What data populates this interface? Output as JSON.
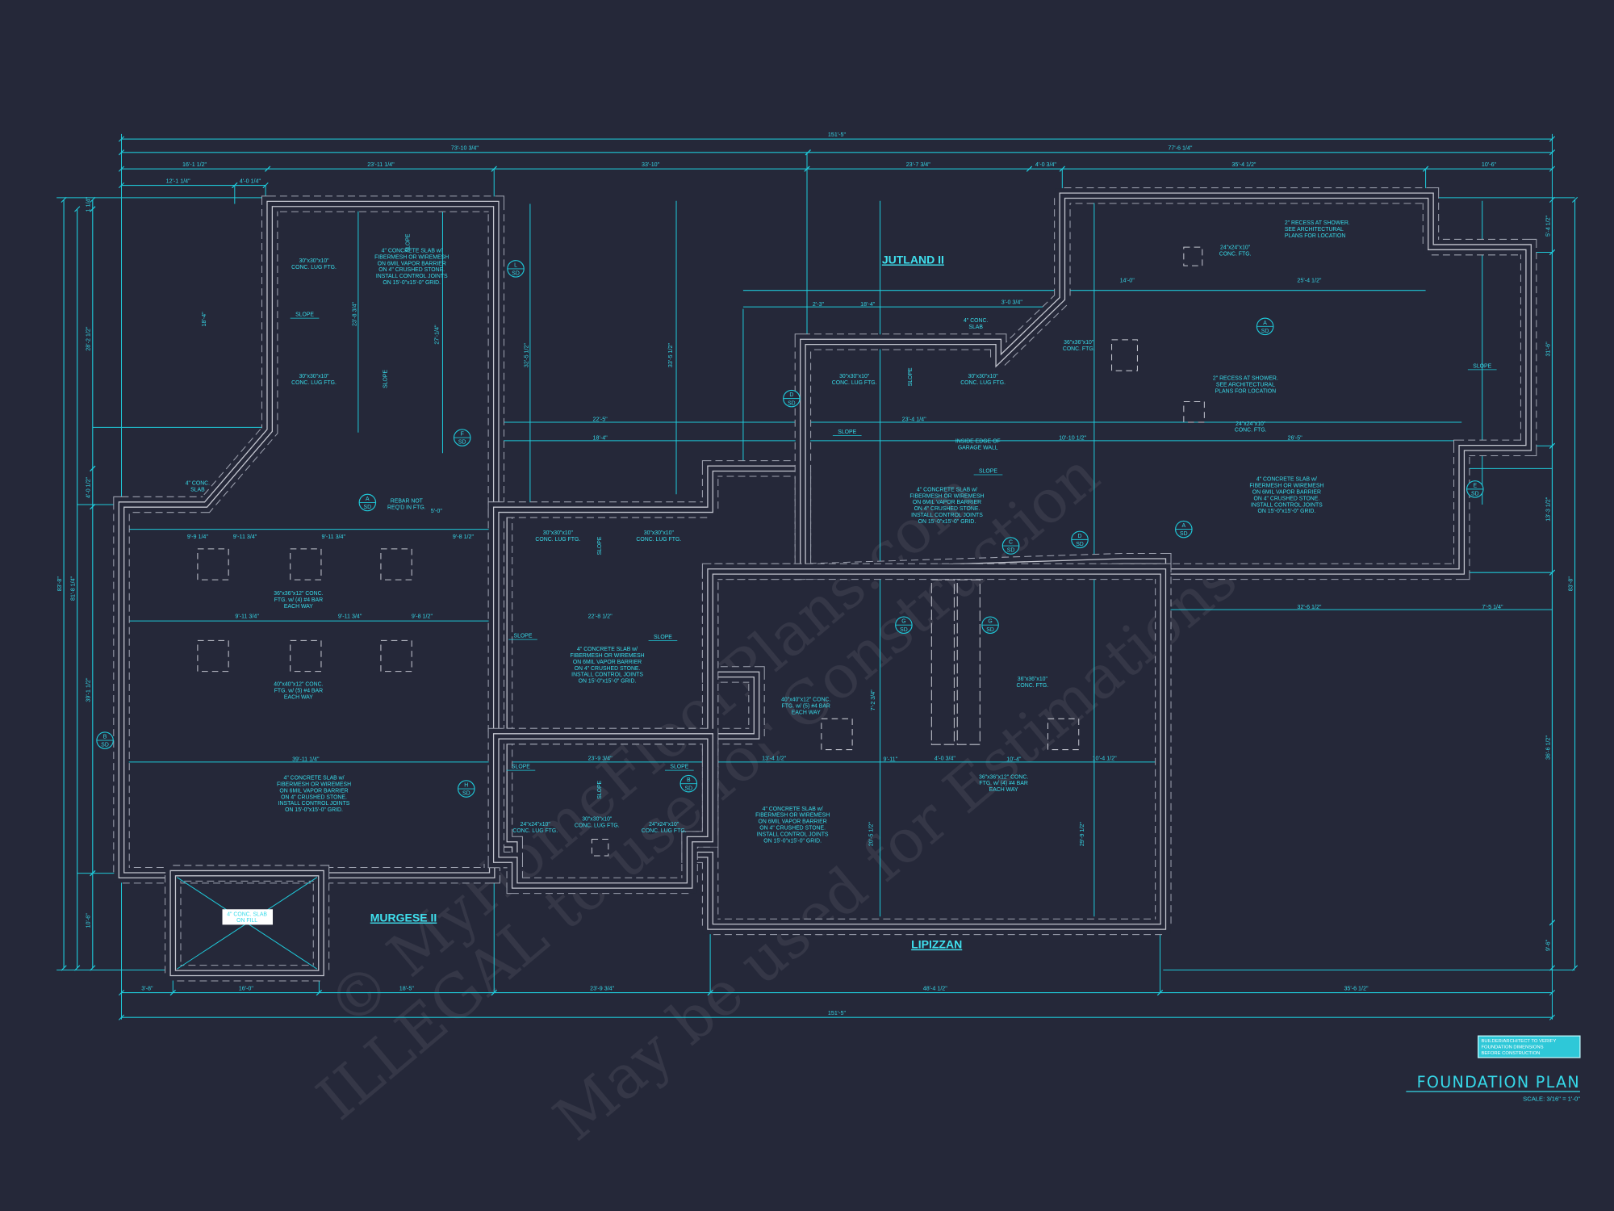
{
  "drawing": {
    "title": "FOUNDATION PLAN",
    "scale": "SCALE: 3/16\" = 1'-0\"",
    "verify_note": [
      "BUILDER/ARCHITECT TO VERIFY",
      "FOUNDATION DIMENSIONS",
      "BEFORE CONSTRUCTION"
    ],
    "colors": {
      "background": "#252839",
      "dimension": "#1fc8d8",
      "wall": "#c4c6d0",
      "text": "#38dbe9"
    }
  },
  "rooms": [
    "JUTLAND II",
    "MURGESE II",
    "LIPIZZAN"
  ],
  "watermark": [
    "© MyHomeFloorPlans.com",
    "ILLEGAL to use for Construction",
    "May be used for Estimations"
  ],
  "slope_label": "SLOPE",
  "dimensions": [
    "151'-5\"",
    "73'-10 3/4\"",
    "77'-6 1/4\"",
    "16'-1 1/2\"",
    "23'-11 1/4\"",
    "33'-10\"",
    "23'-7 3/4\"",
    "4'-0 3/4\"",
    "35'-4 1/2\"",
    "10'-6\"",
    "12'-1 1/4\"",
    "4'-0 1/4\"",
    "3'-8\"",
    "16'-0\"",
    "18'-5\"",
    "23'-9 3/4\"",
    "48'-4 1/2\"",
    "35'-6 1/2\"",
    "151'-5\"",
    "83'-8\"",
    "81'-8 1/4\"",
    "1 1/4\"",
    "28'-2 1/2\"",
    "4'-0 1/2\"",
    "39'-1 1/2\"",
    "10'-6\"",
    "83'-8\"",
    "5'-4 1/2\"",
    "31'-6\"",
    "13'-3 1/2\"",
    "36'-6 1/2\"",
    "9'-6\""
  ],
  "interior_dimensions": [
    "18'-4\"",
    "2'-3\"",
    "3'-0 3/4\"",
    "14'-0\"",
    "25'-4 1/2\"",
    "22'-5\"",
    "18'-4\"",
    "23'-4 1/4\"",
    "10'-10 1/2\"",
    "26'-5\"",
    "32'-6 1/2\"",
    "7'-5 1/4\"",
    "22'-8 1/2\"",
    "39'-11 1/4\"",
    "23'-9 3/4\"",
    "13'-4 1/2\"",
    "9'-11\"",
    "4'-0 3/4\"",
    "10'-4\"",
    "10'-4 1/2\"",
    "9'-9 1/4\"",
    "9'-11 3/4\"",
    "9'-11 3/4\"",
    "9'-8 1/2\"",
    "9'-11 3/4\"",
    "9'-11 3/4\"",
    "9'-8 1/2\"",
    "5'-0\"",
    "23'-8 3/4\"",
    "27'-1/4\"",
    "32'-5 1/2\"",
    "33'-5 1/2\"",
    "18'-4\"",
    "29'-9 1/2\"",
    "20'-5 1/2\"",
    "7'-2 3/4\""
  ],
  "notes": [
    {
      "lines": [
        "4\" CONCRETE SLAB w/",
        "FIBERMESH OR WIREMESH",
        "ON 6MIL VAPOR BARRIER",
        "ON 4\" CRUSHED STONE.",
        "INSTALL CONTROL JOINTS",
        "ON 15'-0\"x15'-0\" GRID."
      ]
    },
    {
      "lines": [
        "4\" CONCRETE SLAB w/",
        "FIBERMESH OR WIREMESH",
        "ON 6MIL VAPOR BARRIER",
        "ON 4\" CRUSHED STONE.",
        "INSTALL CONTROL JOINTS",
        "ON 15'-0\"x15'-0\" GRID."
      ]
    },
    {
      "lines": [
        "4\" CONCRETE SLAB w/",
        "FIBERMESH OR WIREMESH",
        "ON 6MIL VAPOR BARRIER",
        "ON 4\" CRUSHED STONE.",
        "INSTALL CONTROL JOINTS",
        "ON 15'-0\"x15'-0\" GRID."
      ]
    },
    {
      "lines": [
        "4\" CONCRETE SLAB w/",
        "FIBERMESH OR WIREMESH",
        "ON 6MIL VAPOR BARRIER",
        "ON 4\" CRUSHED STONE.",
        "INSTALL CONTROL JOINTS",
        "ON 15'-0\"x15'-0\" GRID."
      ]
    },
    {
      "lines": [
        "4\" CONCRETE SLAB w/",
        "FIBERMESH OR WIREMESH",
        "ON 6MIL VAPOR BARRIER",
        "ON 4\" CRUSHED STONE.",
        "INSTALL CONTROL JOINTS",
        "ON 15'-0\"x15'-0\" GRID."
      ]
    },
    {
      "lines": [
        "4\" CONCRETE SLAB w/",
        "FIBERMESH OR WIREMESH",
        "ON 6MIL VAPOR BARRIER",
        "ON 4\" CRUSHED STONE.",
        "INSTALL CONTROL JOINTS",
        "ON 15'-0\"x15'-0\" GRID."
      ]
    },
    {
      "lines": [
        "30\"x30\"x10\"",
        "CONC. LUG FTG."
      ]
    },
    {
      "lines": [
        "30\"x30\"x10\"",
        "CONC. LUG FTG."
      ]
    },
    {
      "lines": [
        "30\"x30\"x10\"",
        "CONC. LUG FTG."
      ]
    },
    {
      "lines": [
        "30\"x30\"x10\"",
        "CONC. LUG FTG."
      ]
    },
    {
      "lines": [
        "30\"x30\"x10\"",
        "CONC. LUG FTG."
      ]
    },
    {
      "lines": [
        "30\"x30\"x10\"",
        "CONC. LUG FTG."
      ]
    },
    {
      "lines": [
        "30\"x30\"x10\"",
        "CONC. LUG FTG."
      ]
    },
    {
      "lines": [
        "24\"x24\"x10\"",
        "CONC. LUG FTG."
      ]
    },
    {
      "lines": [
        "24\"x24\"x10\"",
        "CONC. LUG FTG."
      ]
    },
    {
      "lines": [
        "36\"x36\"x12\" CONC.",
        "FTG. w/ (4) #4 BAR",
        "EACH WAY"
      ]
    },
    {
      "lines": [
        "40\"x40\"x12\" CONC.",
        "FTG. w/ (5) #4 BAR",
        "EACH WAY"
      ]
    },
    {
      "lines": [
        "40\"x40\"x12\" CONC.",
        "FTG. w/ (5) #4 BAR",
        "EACH WAY"
      ]
    },
    {
      "lines": [
        "36\"x36\"x12\" CONC.",
        "FTG. w/ (4) #4 BAR",
        "EACH WAY"
      ]
    },
    {
      "lines": [
        "36\"x36\"x10\"",
        "CONC. FTG."
      ]
    },
    {
      "lines": [
        "2\" RECESS AT SHOWER.",
        "SEE ARCHITECTURAL",
        "PLANS FOR LOCATION"
      ]
    },
    {
      "lines": [
        "24\"x24\"x10\"",
        "CONC. FTG."
      ]
    },
    {
      "lines": [
        "36\"x36\"x10\"",
        "CONC. FTG."
      ]
    },
    {
      "lines": [
        "4\" CONC.",
        "SLAB"
      ]
    },
    {
      "lines": [
        "4\" CONC.",
        "SLAB"
      ]
    },
    {
      "lines": [
        "REBAR NOT",
        "REQ'D IN FTG."
      ]
    },
    {
      "lines": [
        "INSIDE EDGE OF",
        "GARAGE WALL"
      ]
    },
    {
      "lines": [
        "2\" RECESS AT SHOWER.",
        "SEE ARCHITECTURAL",
        "PLANS FOR LOCATION"
      ]
    },
    {
      "lines": [
        "24\"x24\"x10\"",
        "CONC. FTG."
      ]
    }
  ],
  "fill_note": [
    "4\" CONC. SLAB",
    "ON FILL"
  ],
  "section_markers": [
    {
      "letter": "A",
      "sheet": "SD"
    },
    {
      "letter": "B",
      "sheet": "SD"
    },
    {
      "letter": "C",
      "sheet": "SD"
    },
    {
      "letter": "D",
      "sheet": "SD"
    },
    {
      "letter": "E",
      "sheet": "SD"
    },
    {
      "letter": "F",
      "sheet": "SD"
    },
    {
      "letter": "G",
      "sheet": "SD"
    },
    {
      "letter": "G",
      "sheet": "SD"
    },
    {
      "letter": "H",
      "sheet": "SD"
    },
    {
      "letter": "A",
      "sheet": "SD"
    },
    {
      "letter": "A",
      "sheet": "SD"
    },
    {
      "letter": "B",
      "sheet": "SD"
    },
    {
      "letter": "D",
      "sheet": "SD"
    },
    {
      "letter": "L",
      "sheet": "SD"
    }
  ]
}
